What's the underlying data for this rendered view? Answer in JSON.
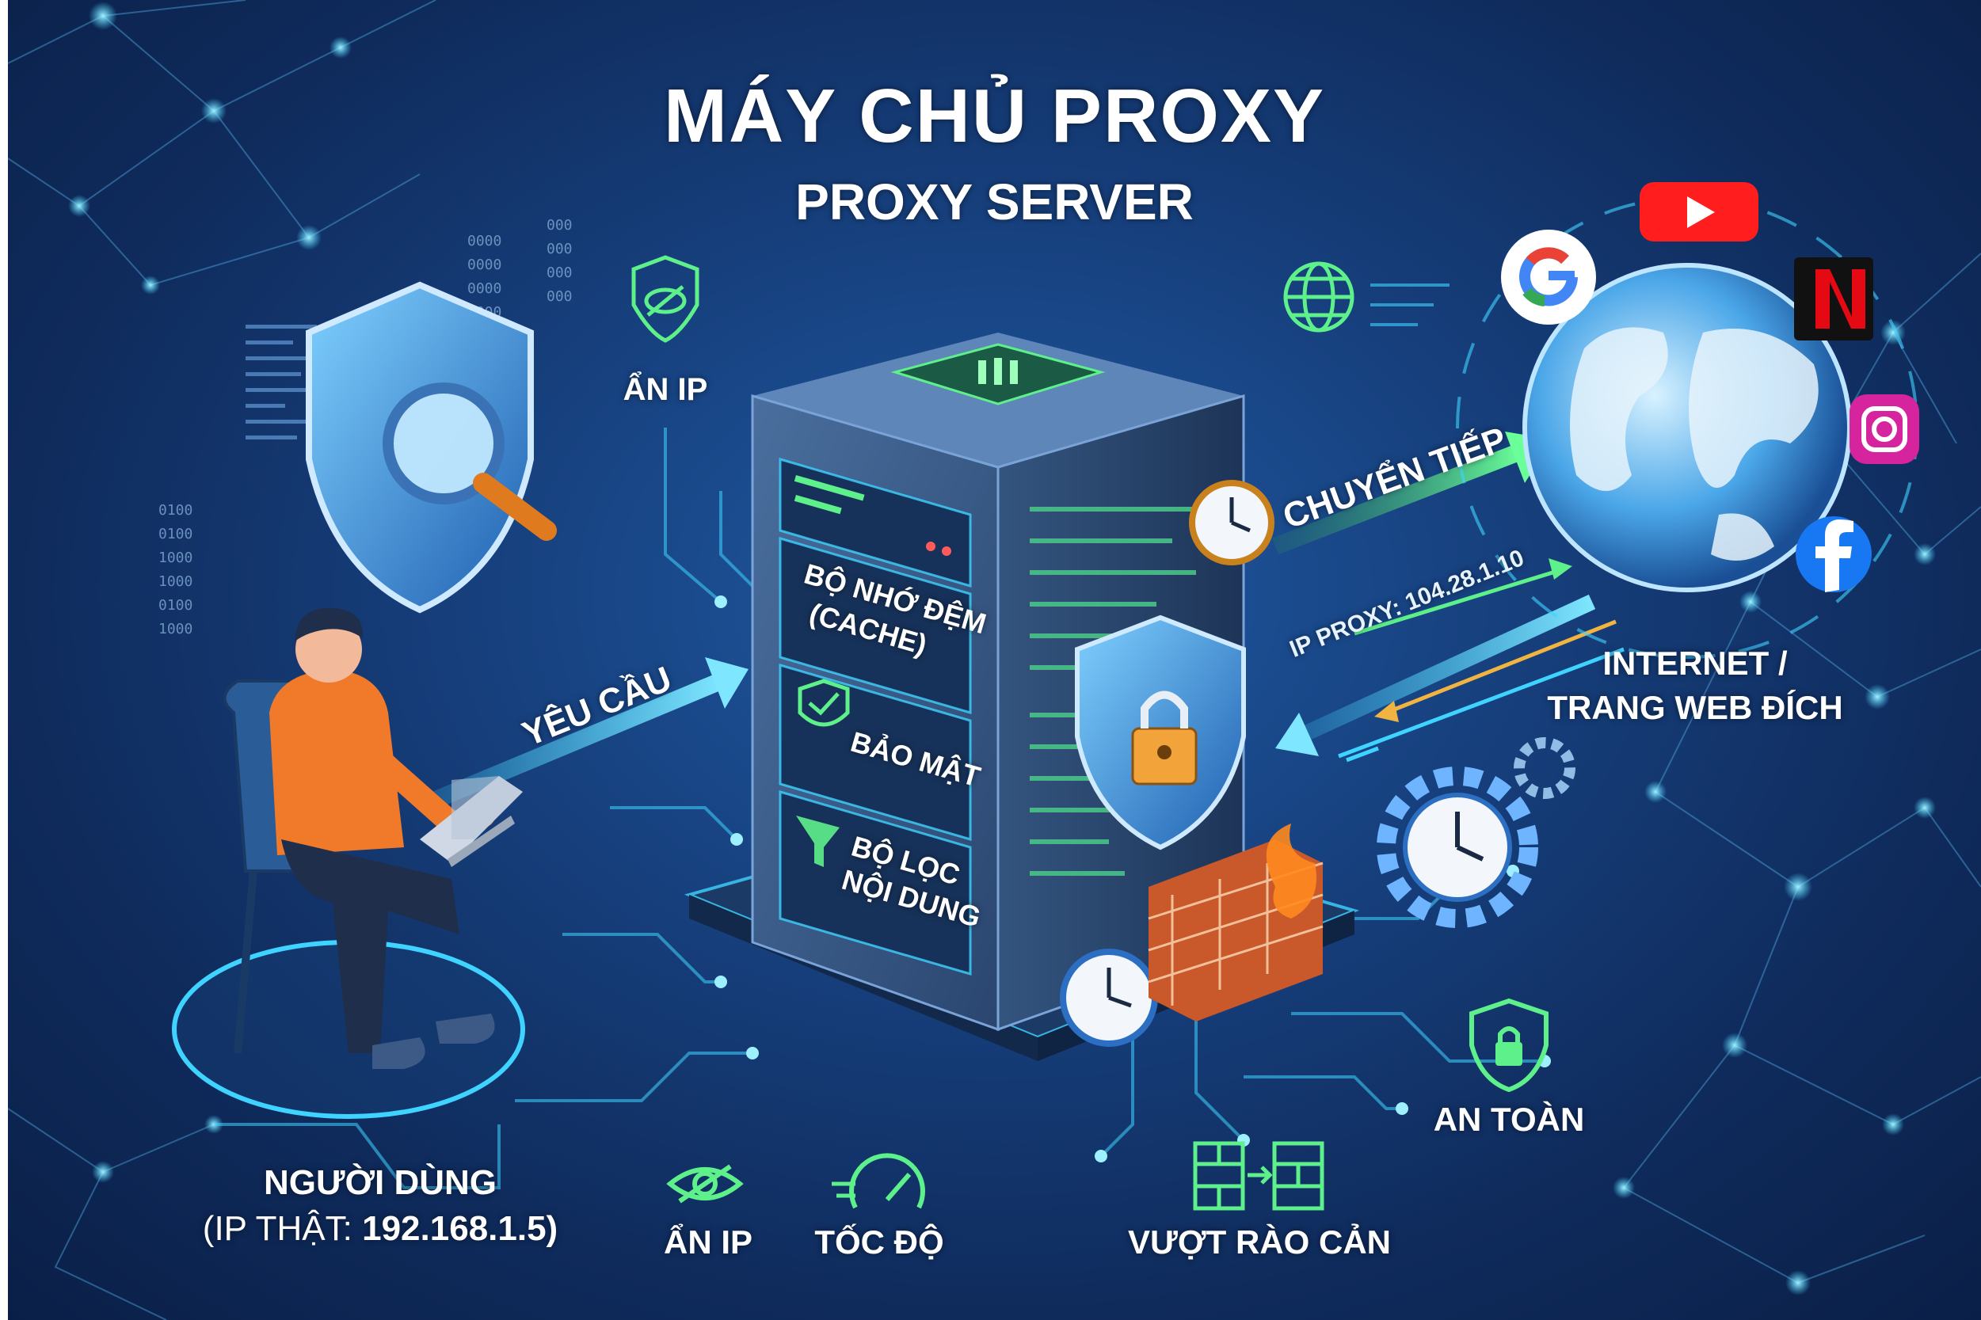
{
  "title": "MÁY CHỦ PROXY",
  "subtitle": "PROXY SERVER",
  "server_modules": [
    {
      "line1": "BỘ NHỚ ĐỆM",
      "line2": "(CACHE)"
    },
    {
      "line1": "BẢO MẬT",
      "line2": ""
    },
    {
      "line1": "BỘ LỌC",
      "line2": "NỘI DUNG"
    }
  ],
  "labels": {
    "hide_ip_top": "ẨN IP",
    "request": "YÊU CẦU",
    "forward": "CHUYỂN TIẾP",
    "proxy_ip": "IP PROXY: 104.28.1.10",
    "internet_line1": "INTERNET /",
    "internet_line2": "TRANG WEB ĐÍCH",
    "user_name": "NGƯỜI DÙNG",
    "user_ip_prefix": "(IP THẬT: ",
    "user_ip_value": "192.168.1.5)",
    "hide_ip_bottom": "ẨN IP",
    "speed": "TỐC ĐỘ",
    "bypass": "VƯỢT RÀO CẢN",
    "safe": "AN TOÀN"
  },
  "services": [
    "youtube-icon",
    "google-icon",
    "netflix-icon",
    "instagram-icon",
    "facebook-icon"
  ],
  "colors": {
    "background": "#14386f",
    "accent_cyan": "#3fd3ff",
    "accent_green": "#5ef08a",
    "brick": "#d9652f",
    "shirt": "#f07a2a"
  }
}
